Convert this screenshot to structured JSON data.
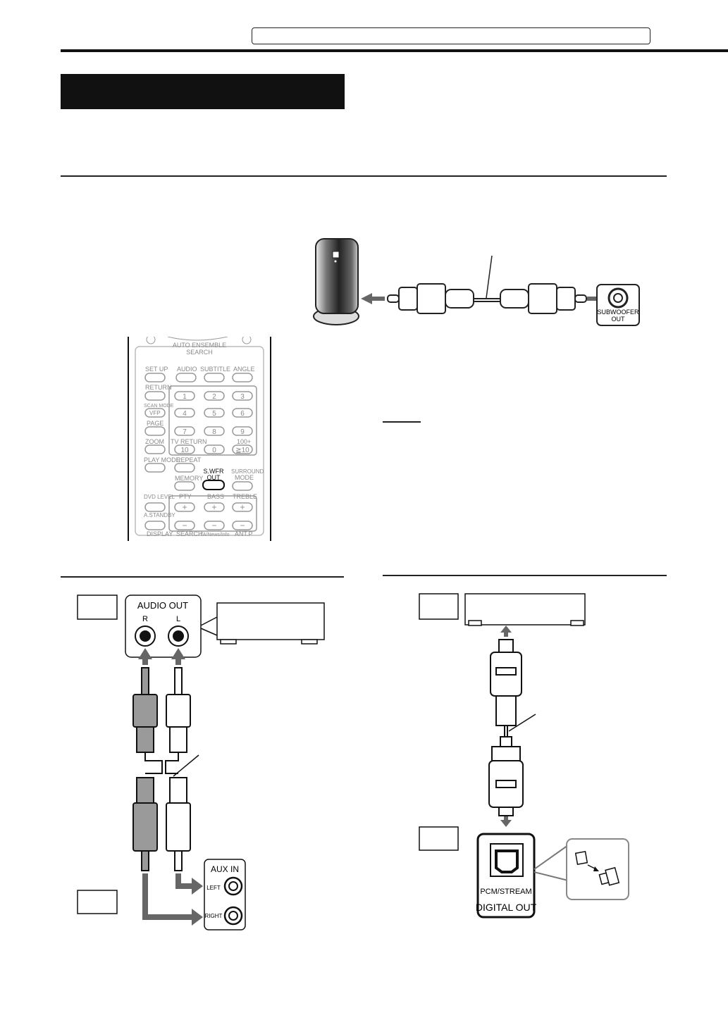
{
  "colors": {
    "ink": "#111111",
    "cable_gray": "#9a9a9a",
    "remote_gray": "#8a8a8a",
    "arrow_gray": "#666666"
  },
  "subwoofer": {
    "jack_label_line1": "SUBWOOFER",
    "jack_label_line2": "OUT"
  },
  "remote": {
    "top_label_line1": "AUTO ENSEMBLE",
    "top_label_line2": "SEARCH",
    "rows": [
      [
        "SET UP",
        "AUDIO",
        "SUBTITLE",
        "ANGLE"
      ],
      [
        "RETURN",
        "1",
        "2",
        "3"
      ],
      [
        "SCAN MODE",
        "VFP",
        "4",
        "5",
        "6"
      ],
      [
        "PAGE",
        "7",
        "8",
        "9"
      ],
      [
        "ZOOM",
        "TV RETURN",
        "10",
        "0",
        "100+",
        "≧10"
      ],
      [
        "PLAY MODE",
        "REPEAT"
      ],
      [
        "MEMORY",
        "S.WFR",
        "OUT",
        "SURROUND",
        "MODE"
      ],
      [
        "DVD LEVEL",
        "PTY",
        "BASS",
        "TREBLE"
      ],
      [
        "A.STANDBY"
      ],
      [
        "DISPLAY",
        "SEARCH",
        "TA/News/Info",
        "ANT.P"
      ]
    ]
  },
  "analog": {
    "audio_out_title": "AUDIO OUT",
    "audio_out_r": "R",
    "audio_out_l": "L",
    "aux_in_title": "AUX IN",
    "aux_left": "LEFT",
    "aux_right": "RIGHT"
  },
  "digital": {
    "pcm_label": "PCM/STREAM",
    "digital_out_label": "DIGITAL OUT"
  }
}
